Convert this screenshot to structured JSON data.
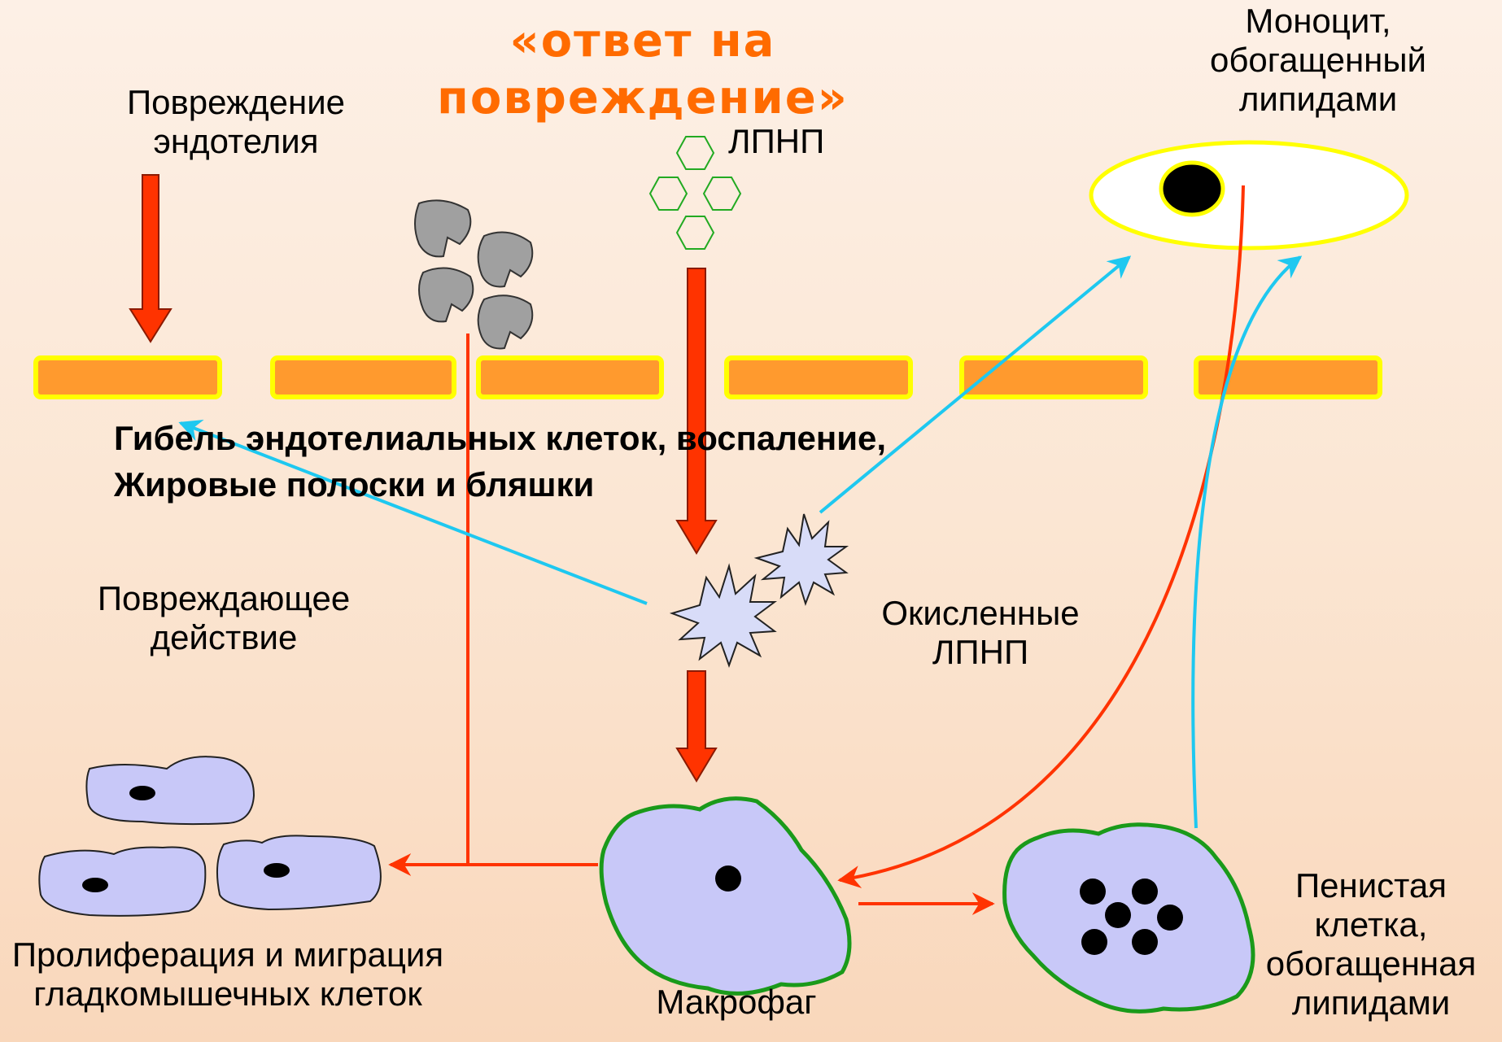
{
  "title": "«ответ на повреждение»",
  "labels": {
    "endothelial_damage": "Повреждение\nэндотелия",
    "ldl": "ЛПНП",
    "monocyte": "Моноцит,\nобогащенный\nлипидами",
    "result_line1": "Гибель эндотелиальных клеток, воспаление,",
    "result_line2": "Жировые полоски и бляшки",
    "damaging_action": "Повреждающее\nдействие",
    "oxidized_ldl": "Окисленные\nЛПНП",
    "smc": "Пролиферация и миграция\nгладкомышечных клеток",
    "macrophage": "Макрофаг",
    "foam_cell": "Пенистая\nклетка,\nобогащенная\nлипидами"
  },
  "colors": {
    "title": "#ff6b00",
    "red_arrow": "#ff3300",
    "blue_arrow": "#1ec8f0",
    "endothelium_fill": "#ff9a2e",
    "endothelium_border": "#ffff00",
    "cell_fill": "#c8c8f8",
    "cell_border": "#1a9a1a",
    "ldl_outline": "#22aa22",
    "platelet": "#a0a0a0"
  }
}
